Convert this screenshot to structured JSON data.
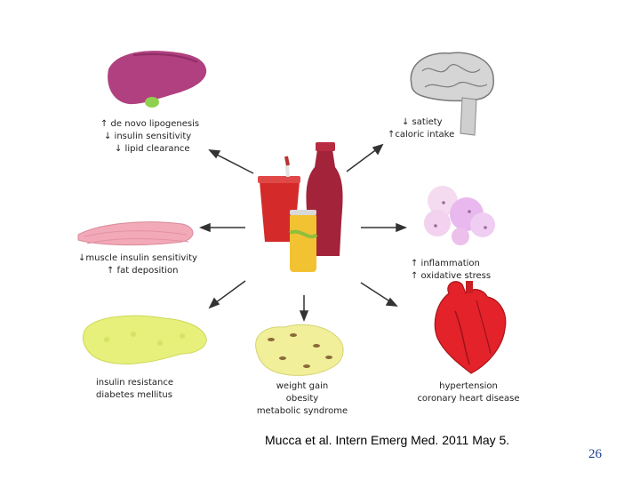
{
  "slide": {
    "citation": "Mucca et al. Intern Emerg Med. 2011 May 5.",
    "page_number": "26"
  },
  "liver": {
    "lines": [
      "↑ de novo lipogenesis",
      "↓ insulin sensitivity",
      "↓ lipid clearance"
    ]
  },
  "brain": {
    "lines": [
      "↓ satiety",
      "↑caloric intake"
    ]
  },
  "muscle": {
    "lines": [
      "↓muscle insulin sensitivity",
      "↑ fat deposition"
    ]
  },
  "immune": {
    "lines": [
      "↑ inflammation",
      "↑ oxidative stress"
    ]
  },
  "pancreas": {
    "lines": [
      "insulin resistance",
      "diabetes mellitus"
    ]
  },
  "adipose": {
    "lines": [
      "weight gain",
      "obesity",
      "metabolic syndrome"
    ]
  },
  "heart": {
    "lines": [
      "hypertension",
      "coronary heart disease"
    ]
  },
  "colors": {
    "liver": "#b0407f",
    "gallbladder": "#8fd14f",
    "brain": "#d0d0d0",
    "muscle": "#f2a9b8",
    "immune": "#e9b8ee",
    "pancreas": "#e6f07a",
    "fat": "#f1ef9a",
    "heart": "#e3222a",
    "cup": "#d42a2a",
    "bottle": "#a3233a",
    "can": "#f3c233"
  }
}
